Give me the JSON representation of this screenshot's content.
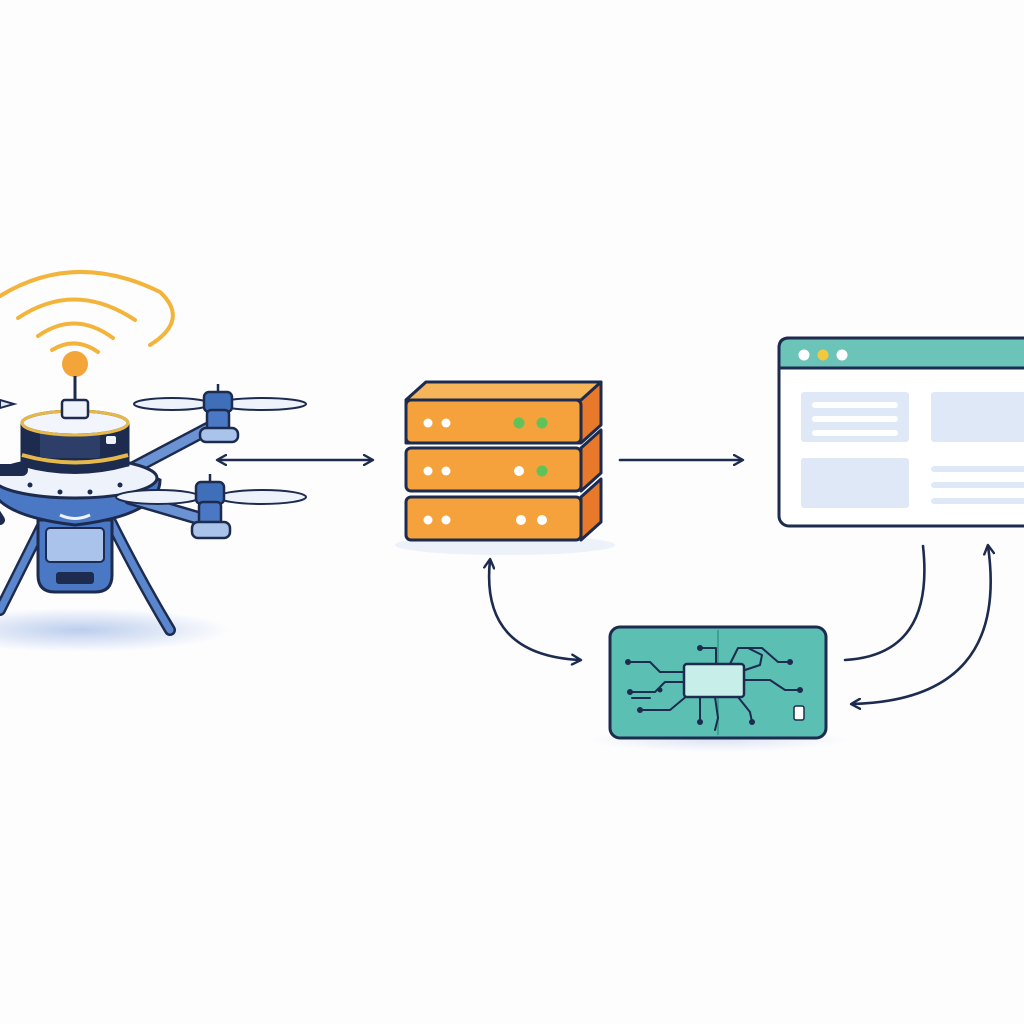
{
  "diagram": {
    "nodes": [
      {
        "id": "drone",
        "kind": "drone",
        "icon": "drone-icon"
      },
      {
        "id": "server",
        "kind": "server-stack",
        "icon": "server-rack-icon"
      },
      {
        "id": "dashboard",
        "kind": "browser-window",
        "icon": "browser-window-icon"
      },
      {
        "id": "edge-device",
        "kind": "circuit-board",
        "icon": "circuit-board-icon"
      }
    ],
    "connections": [
      {
        "from": "drone",
        "to": "server",
        "direction": "bidirectional"
      },
      {
        "from": "server",
        "to": "dashboard",
        "direction": "forward"
      },
      {
        "from": "server",
        "to": "edge-device",
        "direction": "bidirectional"
      },
      {
        "from": "dashboard",
        "to": "edge-device",
        "direction": "forward"
      },
      {
        "from": "edge-device",
        "to": "dashboard",
        "direction": "forward"
      }
    ],
    "colors": {
      "outline": "#1d2b4f",
      "drone_blue": "#4a78c4",
      "drone_light": "#a9c3ea",
      "server_orange": "#f5a23c",
      "server_orange_dark": "#e8792a",
      "status_green": "#5fc35a",
      "teal": "#5bbfb3",
      "teal_dark": "#3aa394",
      "signal_yellow": "#f3b43b",
      "panel_blue": "#dfe8f6",
      "line_blue": "#b8cdea"
    }
  }
}
